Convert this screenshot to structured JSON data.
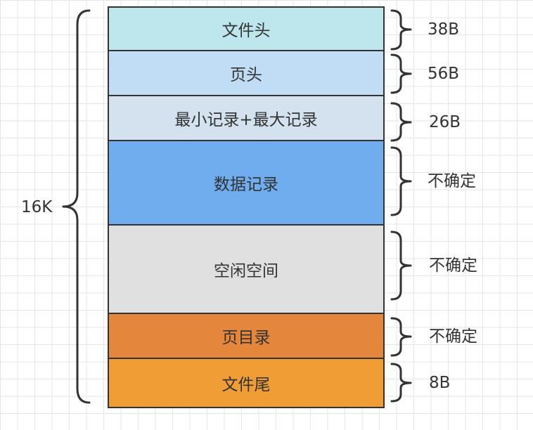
{
  "segments": [
    {
      "label": "文件头",
      "size": "38B",
      "color": "#bde7ec"
    },
    {
      "label": "页头",
      "size": "56B",
      "color": "#c1dcf5"
    },
    {
      "label": "最小记录+最大记录",
      "size": "26B",
      "color": "#d4e2f0"
    },
    {
      "label": "数据记录",
      "size": "不确定",
      "color": "#6fadef"
    },
    {
      "label": "空闲空间",
      "size": "不确定",
      "color": "#e0e0e0"
    },
    {
      "label": "页目录",
      "size": "不确定",
      "color": "#e4863c"
    },
    {
      "label": "文件尾",
      "size": "8B",
      "color": "#f19d36"
    }
  ],
  "total_label": "16K",
  "colors": {
    "stroke": "#333333",
    "text": "#333333",
    "grid": "#e6e6e6"
  }
}
